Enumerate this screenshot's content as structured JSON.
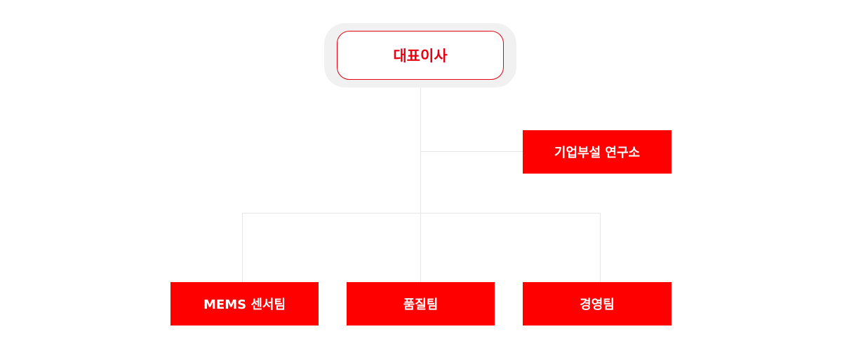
{
  "org_chart": {
    "ceo": "대표이사",
    "research_lab": "기업부설 연구소",
    "teams": [
      "MEMS 센서팀",
      "품질팀",
      "경영팀"
    ]
  },
  "colors": {
    "accent_red": "#ff0000",
    "ceo_text": "#e60012",
    "connector": "#e6e6e6",
    "ceo_backdrop": "#f1f1f1"
  }
}
